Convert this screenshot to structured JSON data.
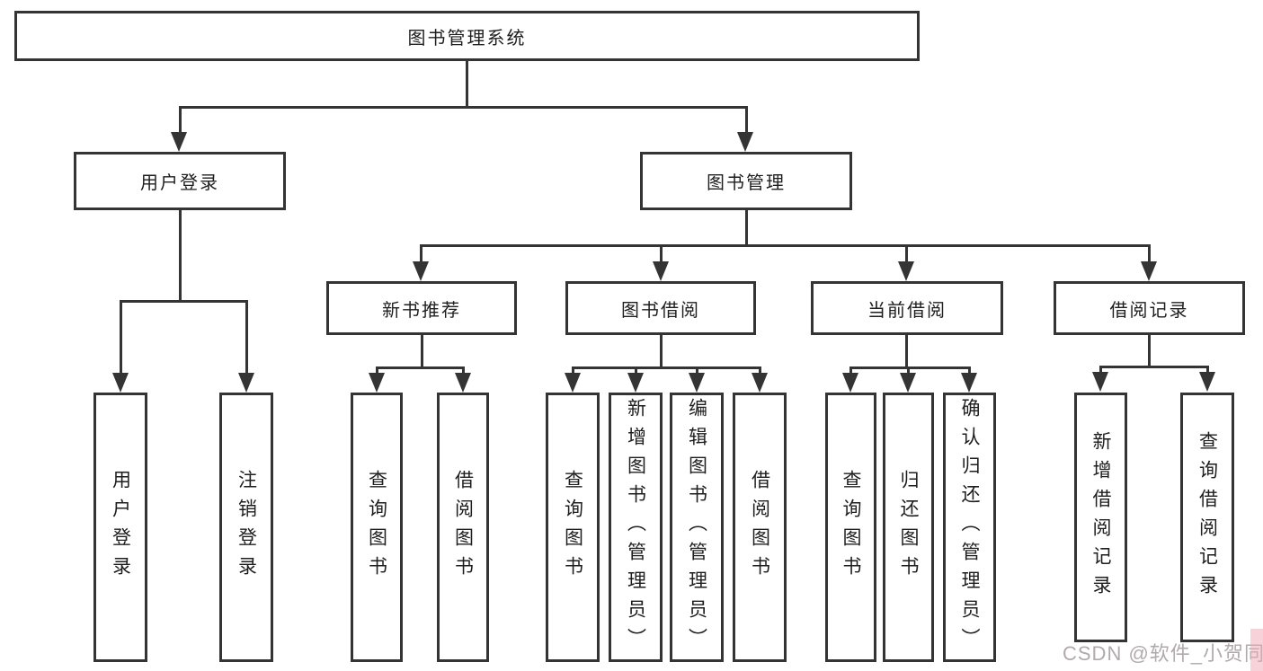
{
  "diagram_type": "hierarchy-tree",
  "tree": {
    "label": "图书管理系统",
    "children": [
      {
        "label": "用户登录",
        "children": [
          {
            "label": "用户登录"
          },
          {
            "label": "注销登录"
          }
        ]
      },
      {
        "label": "图书管理",
        "children": [
          {
            "label": "新书推荐",
            "children": [
              {
                "label": "查询图书"
              },
              {
                "label": "借阅图书"
              }
            ]
          },
          {
            "label": "图书借阅",
            "children": [
              {
                "label": "查询图书"
              },
              {
                "label": "新增图书（管理员）"
              },
              {
                "label": "编辑图书（管理员）"
              },
              {
                "label": "借阅图书"
              }
            ]
          },
          {
            "label": "当前借阅",
            "children": [
              {
                "label": "查询图书"
              },
              {
                "label": "归还图书"
              },
              {
                "label": "确认归还（管理员）"
              }
            ]
          },
          {
            "label": "借阅记录",
            "children": [
              {
                "label": "新增借阅记录"
              },
              {
                "label": "查询借阅记录"
              }
            ]
          }
        ]
      }
    ]
  },
  "watermark": {
    "text": "CSDN @软件_小贺同学"
  },
  "colors": {
    "line": "#343434",
    "text": "#1e1e1e",
    "background": "#ffffff",
    "watermark_gray": "#b1a9ab",
    "watermark_pink": "#f0a7b4"
  }
}
